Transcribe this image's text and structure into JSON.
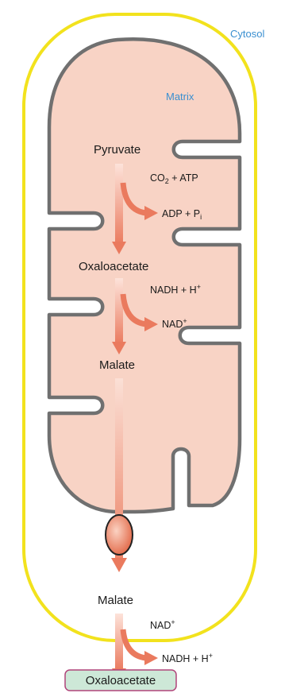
{
  "regions": {
    "cytosol": "Cytosol",
    "matrix": "Matrix"
  },
  "metabolites": {
    "pyruvate": "Pyruvate",
    "oxaloacetate_matrix": "Oxaloacetate",
    "malate_matrix": "Malate",
    "malate_cytosol": "Malate",
    "oxaloacetate_cytosol": "Oxaloacetate"
  },
  "cofactors": {
    "step1_in_main": "CO",
    "step1_in_sub": "2",
    "step1_in_rest": " + ATP",
    "step1_out_main": "ADP + P",
    "step1_out_sub": "i",
    "step2_in_main": "NADH + H",
    "step2_in_sup": "+",
    "step2_out_main": "NAD",
    "step2_out_sup": "+",
    "step3_in_main": "NAD",
    "step3_in_sup": "+",
    "step3_out_main": "NADH + H",
    "step3_out_sup": "+"
  },
  "colors": {
    "outer_membrane": "#f2e21d",
    "inner_membrane": "#707070",
    "matrix_fill": "#f8d3c5",
    "arrow": "#ea7a5e",
    "arrow_light": "#f9c6b6",
    "final_box_fill": "#cde8d7",
    "final_box_border": "#b0457a",
    "label_blue": "#3a8fd0"
  }
}
